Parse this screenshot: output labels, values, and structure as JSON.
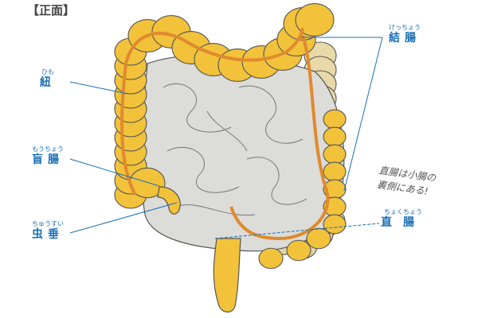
{
  "title": "【正面】",
  "labels": {
    "himo": {
      "ruby": "ひも",
      "text": "紐"
    },
    "mouchou": {
      "ruby": "もうちょう",
      "text": "盲腸"
    },
    "chuusui": {
      "ruby": "ちゅうすい",
      "text": "虫垂"
    },
    "kecchou": {
      "ruby": "けっちょう",
      "text": "結腸"
    },
    "chokuchou": {
      "ruby": "ちょくちょう",
      "text": "直腸"
    }
  },
  "note": {
    "line1": "直腸は小腸の",
    "line2": "裏側にある!"
  },
  "colors": {
    "label": "#1a6fb5",
    "colon": "#f2c23a",
    "small_intestine": "#dcdcd8",
    "taenia": "#e08a2e",
    "outline": "#555555"
  }
}
